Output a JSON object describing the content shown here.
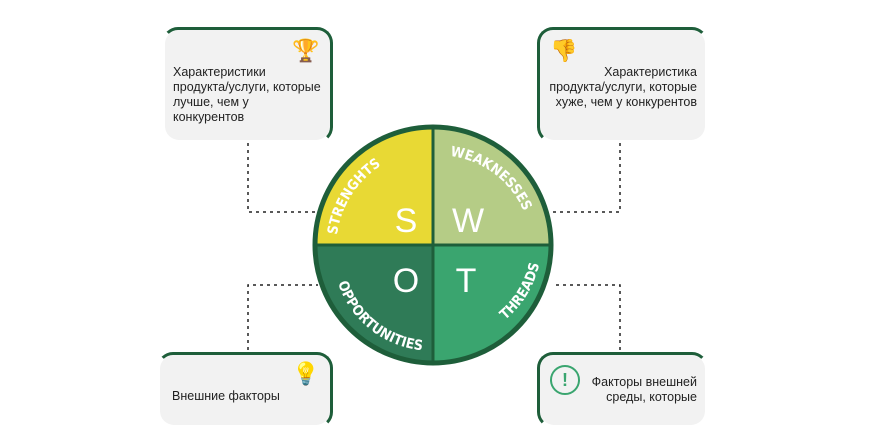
{
  "strengths": {
    "letter": "S",
    "title": "STRENGHTS",
    "description": "Характеристики продукта/услуги, которые лучше, чем у конкурентов",
    "icon": "trophy-icon"
  },
  "weaknesses": {
    "letter": "W",
    "title": "WEAKNESSES",
    "description": "Характеристика продукта/услуги, которые хуже, чем у конкурентов",
    "icon": "thumbs-down-icon"
  },
  "opportunities": {
    "letter": "O",
    "title": "OPPORTUNITIES",
    "description": "Внешние факторы",
    "icon": "lightbulb-icon"
  },
  "threats": {
    "letter": "T",
    "title": "THREADS",
    "description": "Факторы внешней среды, которые",
    "icon": "exclamation-icon"
  },
  "colors": {
    "s": "#e8d934",
    "w": "#b5cc86",
    "o": "#2f7b57",
    "t": "#3aa56f",
    "border": "#1e5e3a"
  }
}
